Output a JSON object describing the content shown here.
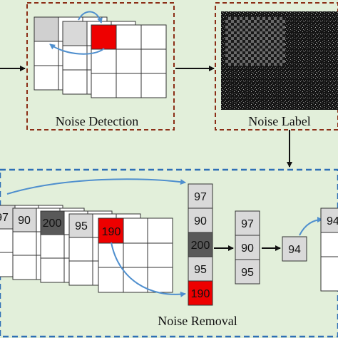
{
  "colors": {
    "page_bg": "#e2efda",
    "detect_border": "#8b2e16",
    "removal_border": "#2e6fb6",
    "arrow_blue": "#4f8fce",
    "red": "#ee0000",
    "dark_gray": "#595959",
    "light_gray": "#d9d9d9"
  },
  "top": {
    "noise_detection_label": "Noise Detection",
    "noise_label_label": "Noise Label"
  },
  "bottom": {
    "noise_removal_label": "Noise Removal",
    "window_values": [
      "97",
      "90",
      "200",
      "95",
      "190"
    ],
    "column_values": [
      "97",
      "90",
      "200",
      "95",
      "190"
    ],
    "filtered_values": [
      "97",
      "90",
      "95"
    ],
    "result_value": "94",
    "output_value": "94"
  }
}
